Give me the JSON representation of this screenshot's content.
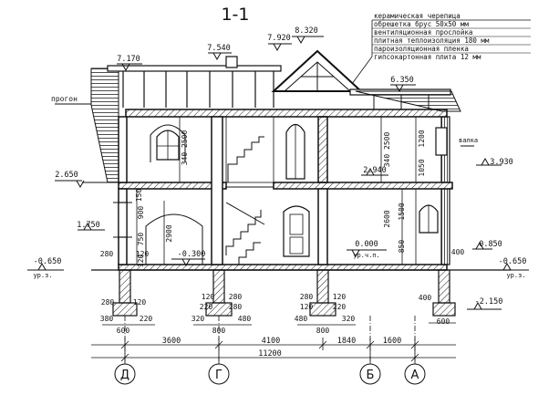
{
  "title": "1-1",
  "roof_legend": [
    "керамическая черепица",
    "обрешетка брус 50x50 мм",
    "вентиляционная прослойка",
    "плитная теплоизоляция 180 мм",
    "пароизоляционная пленка",
    "гипсокартонная плита 12 мм"
  ],
  "elevations": {
    "ridge": "8.320",
    "dormer": "7.920",
    "chimney": "7.540",
    "eave_left": "7.170",
    "eave_right": "6.350",
    "right_window": "3.930",
    "floor2_left": "2.650",
    "floor2_inner": "2.940",
    "sill_left": "1.750",
    "floor1": "0.000",
    "floor1_sub": "ур.ч.п.",
    "sill_right": "0.850",
    "basement_inner": "-0.300",
    "ground_left": "-0.650",
    "ground_left_sub": "ур.з.",
    "ground_right": "-0.650",
    "ground_right_sub": "ур.з.",
    "footing": "-2.150"
  },
  "labels": {
    "purlin": "прогон",
    "balcony": "валка"
  },
  "vertical_dims": {
    "left_wall_a": "150",
    "left_wall_b": "900",
    "left_wall_c": "750",
    "left_wall_d": "120",
    "floor1_h": "2900",
    "floor2_h": "340 2500",
    "right_floor2": "340 2500",
    "right_1200": "1200",
    "right_1050": "1050",
    "right_floor1": "2600",
    "right_1500": "1500",
    "right_850": "850",
    "right_400": "400"
  },
  "foundation_dims": [
    {
      "a": "280",
      "b": "120"
    },
    {
      "a": "120",
      "b": "280"
    },
    {
      "a": "220",
      "b": "280"
    },
    {
      "a": "280",
      "b": "120"
    },
    {
      "a": "120",
      "b": "220"
    }
  ],
  "footing_dims": [
    {
      "a": "380",
      "b": "220",
      "w": "600"
    },
    {
      "a": "320",
      "b": "480",
      "w": "800"
    },
    {
      "a": "480",
      "b": "320",
      "w": "800"
    },
    {
      "w": "600"
    }
  ],
  "misc_dims": {
    "left_280": "280",
    "left_120": "120",
    "right_400": "400"
  },
  "bay_dims": [
    "3600",
    "4100",
    "1840",
    "1600"
  ],
  "total_dim": "11200",
  "axes": [
    "Д",
    "Г",
    "Б",
    "А"
  ]
}
